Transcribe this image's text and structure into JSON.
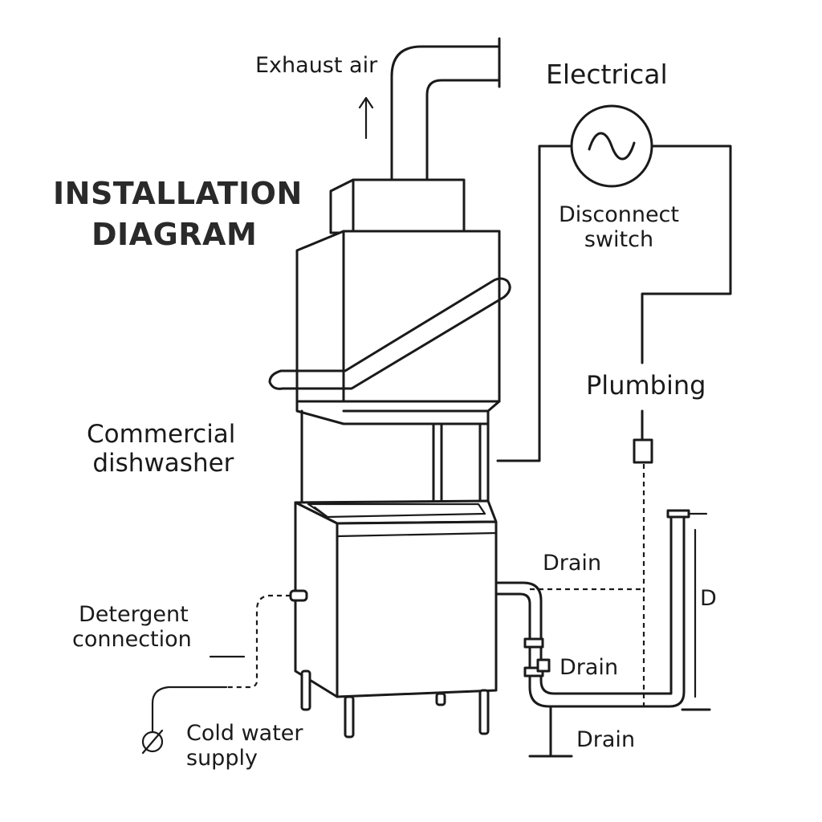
{
  "title": {
    "line1": "INSTALLATION",
    "line2": "DIAGRAM"
  },
  "labels": {
    "exhaust_air": "Exhaust air",
    "electrical": "Electrical",
    "disconnect_line1": "Disconnect",
    "disconnect_line2": "switch",
    "plumbing": "Plumbing",
    "commercial_line1": "Commercial",
    "commercial_line2": "dishwasher",
    "drain_upper": "Drain",
    "drain_middle": "Drain",
    "drain_lower": "Drain",
    "d_marker": "D",
    "detergent_line1": "Detergent",
    "detergent_line2": "connection",
    "cold_water_line1": "Cold water",
    "cold_water_line2": "supply"
  },
  "icons": {
    "ac_source": "sine-wave-circle-icon",
    "shutoff_valve": "circle-slash-valve-icon",
    "up_arrow": "arrow-up-icon"
  },
  "colors": {
    "stroke": "#1a1a1a",
    "background": "#ffffff"
  }
}
